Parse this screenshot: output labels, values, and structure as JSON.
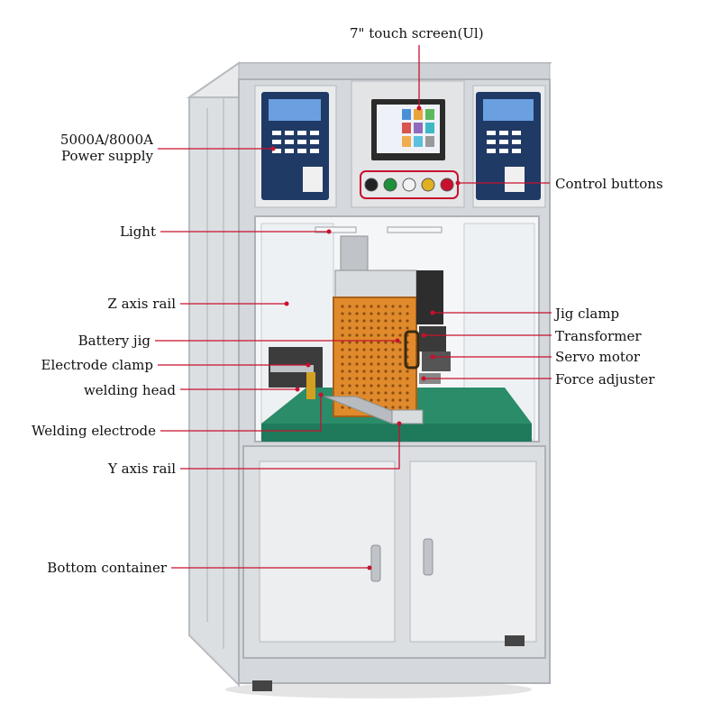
{
  "labels": {
    "touch_screen": "7\" touch screen(Ul)",
    "power_supply_l1": "5000A/8000A",
    "power_supply_l2": "Power supply",
    "control_buttons": "Control buttons",
    "light": "Light",
    "z_axis_rail": "Z axis rail",
    "jig_clamp": "Jig clamp",
    "battery_jig": "Battery jig",
    "transformer": "Transformer",
    "electrode_clamp": "Electrode clamp",
    "servo_motor": "Servo motor",
    "welding_head": "welding head",
    "force_adjuster": "Force adjuster",
    "welding_electrode": "Welding electrode",
    "y_axis_rail": "Y axis rail",
    "bottom_container": "Bottom container"
  },
  "colors": {
    "leader": "#c8102e",
    "frame": "#c9ccd0",
    "panel": "#e6e8ea",
    "floor": "#1f7a5c",
    "jig": "#e08a2c",
    "display": "#2a4a78"
  },
  "screen_apps": [
    "grid-icon-1",
    "grid-icon-2",
    "grid-icon-3",
    "grid-icon-4",
    "grid-icon-5",
    "grid-icon-6",
    "grid-icon-7",
    "grid-icon-8",
    "grid-icon-9"
  ],
  "buttons": [
    {
      "name": "black-button",
      "color": "#222222"
    },
    {
      "name": "green-button",
      "color": "#1e8f3a"
    },
    {
      "name": "white-button",
      "color": "#f2f2f2"
    },
    {
      "name": "yellow-button",
      "color": "#e0b020"
    },
    {
      "name": "red-button",
      "color": "#c8102e"
    }
  ]
}
